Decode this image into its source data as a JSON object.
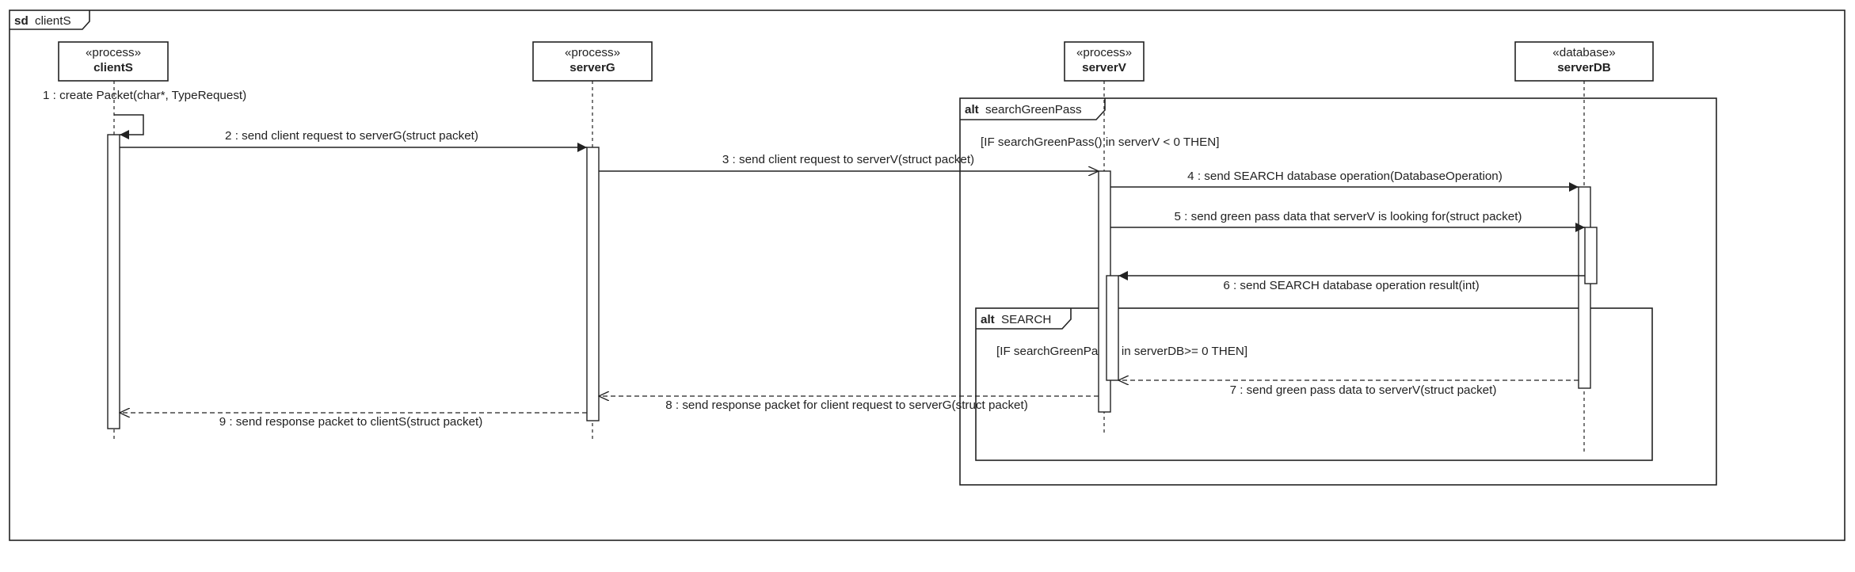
{
  "frame": {
    "keyword": "sd",
    "name": "clientS"
  },
  "lifelines": [
    {
      "stereotype": "«process»",
      "name": "clientS"
    },
    {
      "stereotype": "«process»",
      "name": "serverG"
    },
    {
      "stereotype": "«process»",
      "name": "serverV"
    },
    {
      "stereotype": "«database»",
      "name": "serverDB"
    }
  ],
  "fragments": [
    {
      "keyword": "alt",
      "name": "searchGreenPass",
      "guard": "[IF searchGreenPass() in serverV < 0 THEN]"
    },
    {
      "keyword": "alt",
      "name": "SEARCH",
      "guard": "[IF searchGreenPass() in serverDB>= 0 THEN]"
    }
  ],
  "messages": [
    {
      "label": "1 : create Packet(char*, TypeRequest)",
      "kind": "self"
    },
    {
      "label": "2 : send client request to serverG(struct packet)",
      "kind": "sync"
    },
    {
      "label": "3 : send client request to serverV(struct packet)",
      "kind": "async"
    },
    {
      "label": "4 : send SEARCH database operation(DatabaseOperation)",
      "kind": "sync"
    },
    {
      "label": "5 : send green pass data that serverV is looking for(struct packet)",
      "kind": "sync"
    },
    {
      "label": "6 : send SEARCH database operation result(int)",
      "kind": "sync"
    },
    {
      "label": "7 : send green pass data to serverV(struct packet)",
      "kind": "return"
    },
    {
      "label": "8 : send response packet for client request to serverG(struct packet)",
      "kind": "return"
    },
    {
      "label": "9 : send response packet to clientS(struct packet)",
      "kind": "return"
    }
  ]
}
